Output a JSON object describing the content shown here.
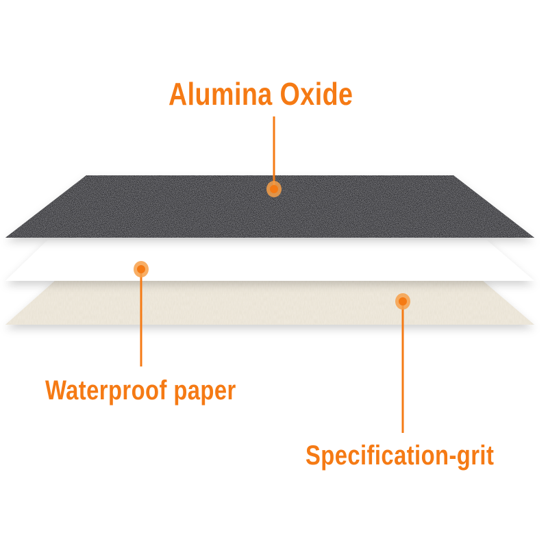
{
  "labels": {
    "alumina": "Alumina Oxide",
    "waterproof": "Waterproof paper",
    "spec": "Specification-grit"
  },
  "colors": {
    "accent": "#f57a14",
    "grit": "#2e2f31",
    "paper": "#ffffff",
    "backing": "#eee8dc"
  }
}
